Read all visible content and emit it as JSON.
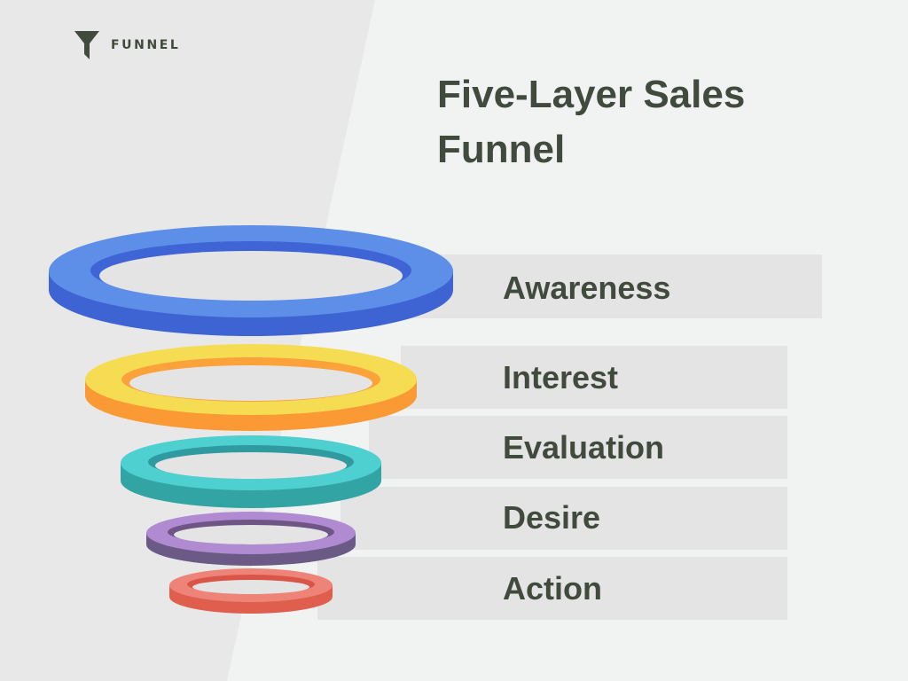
{
  "brand": {
    "label": "FUNNEL",
    "icon": "funnel-icon"
  },
  "title": "Five-Layer Sales Funnel",
  "stages": [
    {
      "label": "Awareness",
      "colors": {
        "top": "#5d8ee8",
        "hole": "#3f64d6",
        "side": "#3e63d3"
      }
    },
    {
      "label": "Interest",
      "colors": {
        "top": "#f6dc52",
        "hole": "#fba23a",
        "side": "#fb9a34"
      }
    },
    {
      "label": "Evaluation",
      "colors": {
        "top": "#4ecfd0",
        "hole": "#2f9aa0",
        "side": "#33a4a4"
      }
    },
    {
      "label": "Desire",
      "colors": {
        "top": "#b08bd1",
        "hole": "#6f5585",
        "side": "#6c5a86"
      }
    },
    {
      "label": "Action",
      "colors": {
        "top": "#ee8478",
        "hole": "#d85548",
        "side": "#e05e4d"
      }
    }
  ],
  "colors": {
    "text": "#414b3d",
    "band": "#e4e4e4",
    "background": "#f1f2f2",
    "background_left": "#e8e8e8"
  }
}
